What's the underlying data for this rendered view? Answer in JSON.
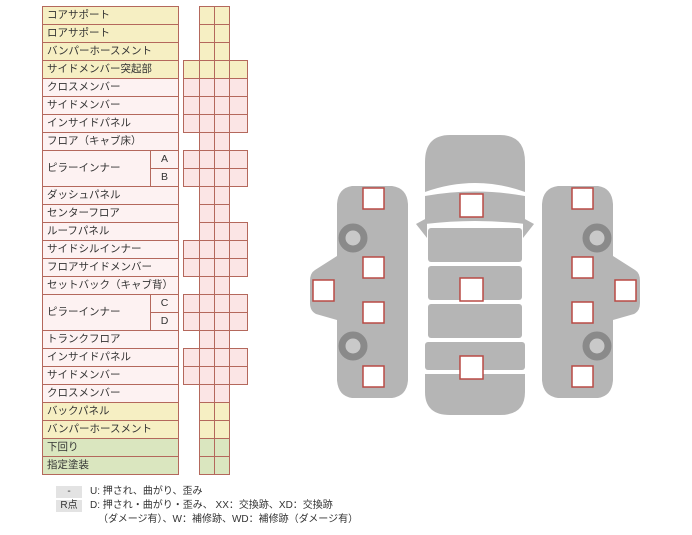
{
  "table": {
    "rows": [
      {
        "label": "コアサポート",
        "color": "yellow",
        "cells": "strip"
      },
      {
        "label": "ロアサポート",
        "color": "yellow",
        "cells": "strip"
      },
      {
        "label": "バンパーホースメント",
        "color": "yellow",
        "cells": "strip"
      },
      {
        "label": "サイドメンバー突起部",
        "color": "yellow",
        "cells": "wide"
      },
      {
        "label": "クロスメンバー",
        "color": "pink",
        "cells": "wide"
      },
      {
        "label": "サイドメンバー",
        "color": "pink",
        "cells": "wide"
      },
      {
        "label": "インサイドパネル",
        "color": "pink",
        "cells": "wide"
      },
      {
        "label": "フロア（キャブ床）",
        "color": "pink",
        "cells": "strip"
      },
      {
        "label": "ピラーインナー",
        "color": "pink",
        "cells": "wide",
        "subs": [
          "A",
          "B"
        ]
      },
      {
        "label": "ダッシュパネル",
        "color": "pink",
        "cells": "strip"
      },
      {
        "label": "センターフロア",
        "color": "pink",
        "cells": "strip"
      },
      {
        "label": "ルーフパネル",
        "color": "pink",
        "cells": "right"
      },
      {
        "label": "サイドシルインナー",
        "color": "pink",
        "cells": "wide"
      },
      {
        "label": "フロアサイドメンバー",
        "color": "pink",
        "cells": "wide"
      },
      {
        "label": "セットバック（キャブ背）",
        "color": "pink",
        "cells": "strip"
      },
      {
        "label": "ピラーインナー",
        "color": "pink",
        "cells": "wide",
        "subs": [
          "C",
          "D"
        ]
      },
      {
        "label": "トランクフロア",
        "color": "pink",
        "cells": "strip"
      },
      {
        "label": "インサイドパネル",
        "color": "pink",
        "cells": "wide"
      },
      {
        "label": "サイドメンバー",
        "color": "pink",
        "cells": "wide"
      },
      {
        "label": "クロスメンバー",
        "color": "pink",
        "cells": "strip"
      },
      {
        "label": "バックパネル",
        "color": "yellow",
        "cells": "strip"
      },
      {
        "label": "バンパーホースメント",
        "color": "yellow",
        "cells": "strip"
      },
      {
        "label": "下回り",
        "color": "green",
        "cells": "strip"
      },
      {
        "label": "指定塗装",
        "color": "green",
        "cells": "strip"
      }
    ]
  },
  "legend": {
    "lines": [
      {
        "marker": "-",
        "text": "U: 押され、曲がり、歪み"
      },
      {
        "marker": "R点",
        "text": "D: 押され・曲がり・歪み、 XX：交換跡、XD：交換跡"
      },
      {
        "marker": "",
        "text": "（ダメージ有）、W：補修跡、WD：補修跡（ダメージ有）"
      }
    ]
  },
  "colors": {
    "border": "#b4685c",
    "yellow": "#f6efc3",
    "pinkLabel": "#fdf2f2",
    "pinkCell": "#fbe5e5",
    "green": "#dae6bf",
    "carGray": "#b5b5b5",
    "wheelDark": "#8a8a8a",
    "wheelLight": "#c9c9c9",
    "markerBorder": "#b94a45",
    "chipBg": "#e3e3e3"
  }
}
